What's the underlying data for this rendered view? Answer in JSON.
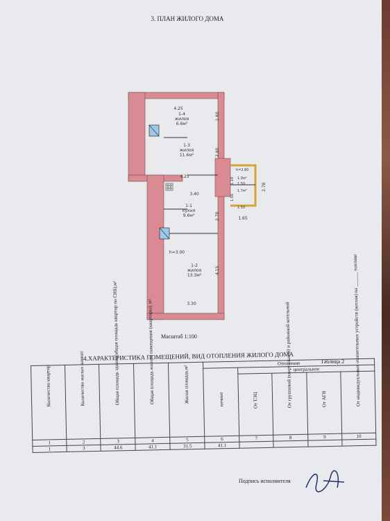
{
  "section3_title": "3. ПЛАН ЖИЛОГО ДОМА",
  "plan": {
    "rooms": [
      {
        "id": "1-4",
        "type": "жилоя",
        "area": "6.6м²"
      },
      {
        "id": "1-3",
        "type": "жилоя",
        "area": "11.6м²"
      },
      {
        "id": "1-1",
        "type": "кухня",
        "area": "9.6м²"
      },
      {
        "id": "1-2",
        "type": "жилоя",
        "area": "13.3м²"
      }
    ],
    "porch": {
      "height": "h=2.60",
      "area_a": "1.0м²",
      "area_b": "1.7м²"
    },
    "dims": [
      "4.25",
      "1.60",
      "2.80",
      "4.25",
      "3.40",
      "1.18",
      "1.50",
      "2.78",
      "1.56",
      "2.70",
      "1.50",
      "1.65",
      "4.15",
      "3.30"
    ],
    "ceiling_height": "h=3.00"
  },
  "scale": "Масштаб 1:100",
  "section4_title": "4.ХАРАКТЕРИСТИКА ПОМЕЩЕНИЙ, ВИД ОТОПЛЕНИЯ ЖИЛОГО ДОМА",
  "table_label": "Таблица 2",
  "table": {
    "headers": {
      "apartments": "Количество квартир",
      "rooms": "Количество жилых комнат",
      "total_area_snb": "Общая площадь здания(общая площадь квартир по СНБ),м²",
      "total_area": "Общая площадь жилого помещения (квартиры), м²",
      "living_area": "Жилая площадь,м²",
      "heating": "Отопление",
      "stove": "печное",
      "central": "центральное",
      "tec": "От ТЭЦ",
      "group": "От групповой (квартальной) и районной котельной",
      "agv": "От АГВ",
      "individual": "От индивидуальных отопительных устройств (котлов) на ______ топливе"
    },
    "numbers": [
      "1",
      "2",
      "3",
      "4",
      "5",
      "6",
      "7",
      "8",
      "9",
      "10"
    ],
    "values": [
      "1",
      "3",
      "44.6",
      "41.1",
      "31.5",
      "41.1",
      "",
      "",
      "",
      ""
    ]
  },
  "signature_label": "Подпись исполнителя"
}
